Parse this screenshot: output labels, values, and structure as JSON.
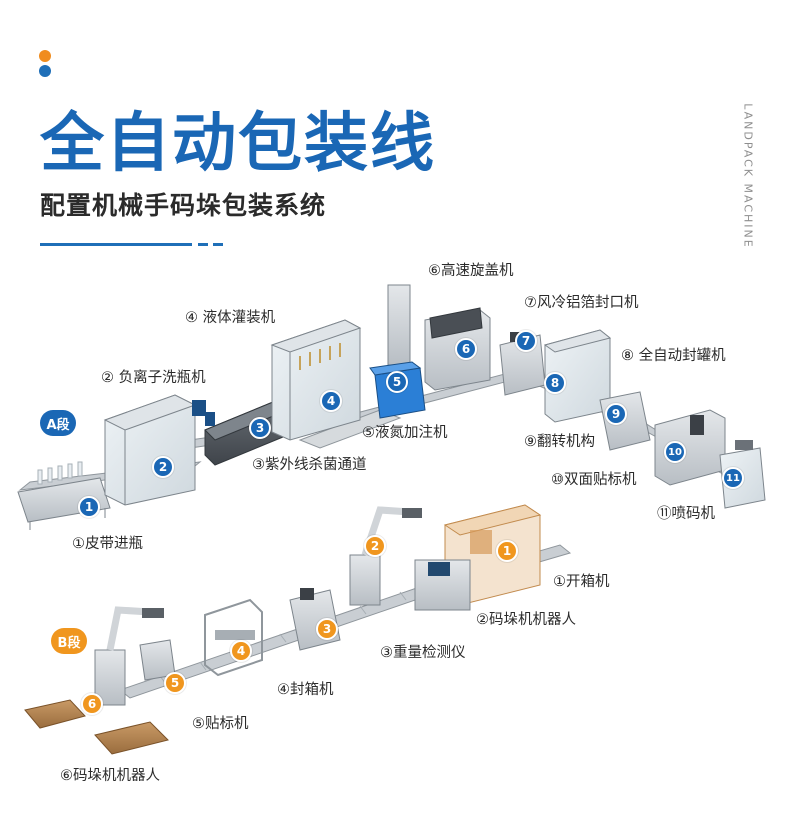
{
  "header": {
    "title": "全自动包装线",
    "subtitle": "配置机械手码垛包装系统",
    "brand_vertical": "LANDPACK MACHINE"
  },
  "line_a": {
    "segment_label": "A段",
    "stations": [
      {
        "num": "1",
        "label": "①皮带进瓶"
      },
      {
        "num": "2",
        "label": "② 负离子洗瓶机"
      },
      {
        "num": "3",
        "label": "③紫外线杀菌通道"
      },
      {
        "num": "4",
        "label": "④ 液体灌装机"
      },
      {
        "num": "5",
        "label": "⑤液氮加注机"
      },
      {
        "num": "6",
        "label": "⑥高速旋盖机"
      },
      {
        "num": "7",
        "label": "⑦风冷铝箔封口机"
      },
      {
        "num": "8",
        "label": "⑧ 全自动封罐机"
      },
      {
        "num": "9",
        "label": "⑨翻转机构"
      },
      {
        "num": "10",
        "label": "⑩双面贴标机"
      },
      {
        "num": "11",
        "label": "⑪喷码机"
      }
    ]
  },
  "line_b": {
    "segment_label": "B段",
    "stations": [
      {
        "num": "1",
        "label": "①开箱机"
      },
      {
        "num": "2",
        "label": "②码垛机机器人"
      },
      {
        "num": "3",
        "label": "③重量检测仪"
      },
      {
        "num": "4",
        "label": "④封箱机"
      },
      {
        "num": "5",
        "label": "⑤贴标机"
      },
      {
        "num": "6",
        "label": "⑥码垛机机器人"
      }
    ]
  },
  "colors": {
    "primary_blue": "#1a67b5",
    "accent_orange": "#f0961e"
  }
}
